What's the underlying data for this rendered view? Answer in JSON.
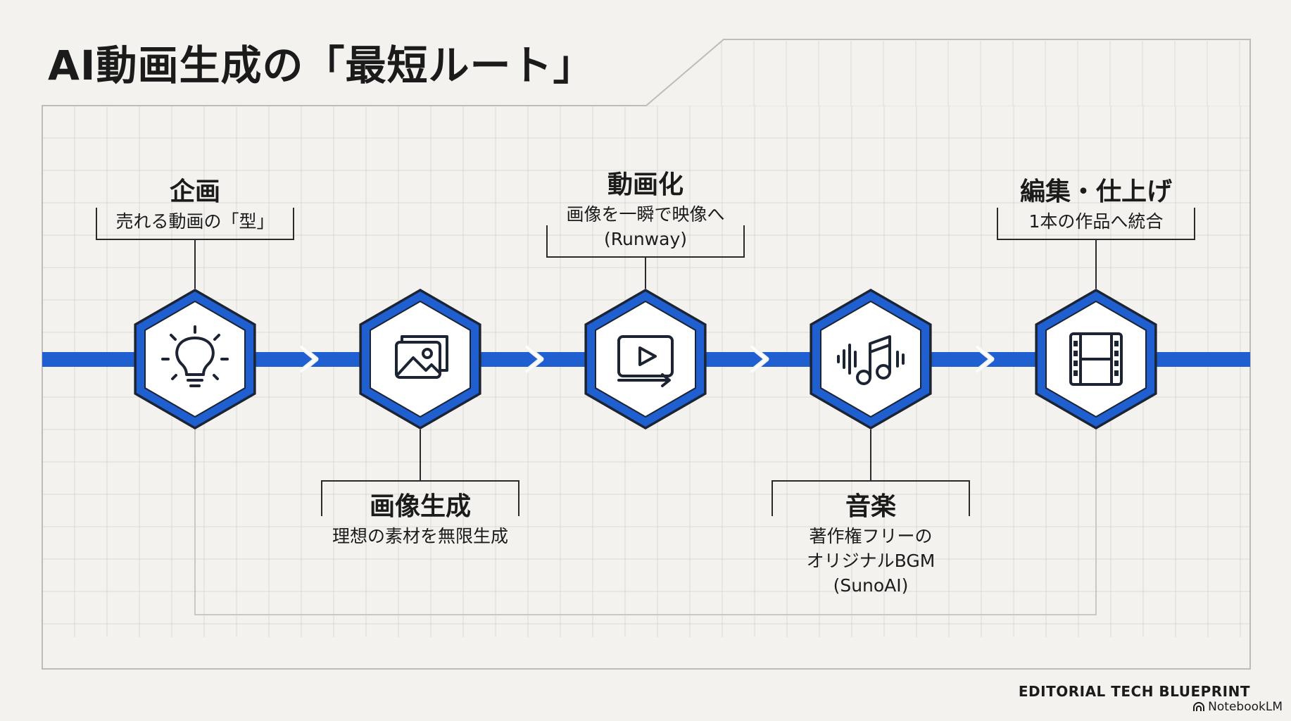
{
  "title": "AI動画生成の「最短ルート」",
  "steps": [
    {
      "id": "plan",
      "title": "企画",
      "desc": [
        "売れる動画の「型」"
      ],
      "icon": "lightbulb-icon",
      "label_position": "above"
    },
    {
      "id": "image",
      "title": "画像生成",
      "desc": [
        "理想の素材を無限生成"
      ],
      "icon": "image-icon",
      "label_position": "below"
    },
    {
      "id": "video",
      "title": "動画化",
      "desc": [
        "画像を一瞬で映像へ",
        "(Runway)"
      ],
      "icon": "video-play-icon",
      "label_position": "above"
    },
    {
      "id": "music",
      "title": "音楽",
      "desc": [
        "著作権フリーの",
        "オリジナルBGM",
        "(SunoAI)"
      ],
      "icon": "music-note-icon",
      "label_position": "below"
    },
    {
      "id": "edit",
      "title": "編集・仕上げ",
      "desc": [
        "1本の作品へ統合"
      ],
      "icon": "film-icon",
      "label_position": "above"
    }
  ],
  "footer": {
    "label": "EDITORIAL TECH BLUEPRINT",
    "brand": "NotebookLM"
  },
  "colors": {
    "background": "#f3f2ee",
    "accent": "#1f5fd0",
    "dark": "#1c2433",
    "grid": "#d9d9d5",
    "line": "#2a2a2a"
  }
}
